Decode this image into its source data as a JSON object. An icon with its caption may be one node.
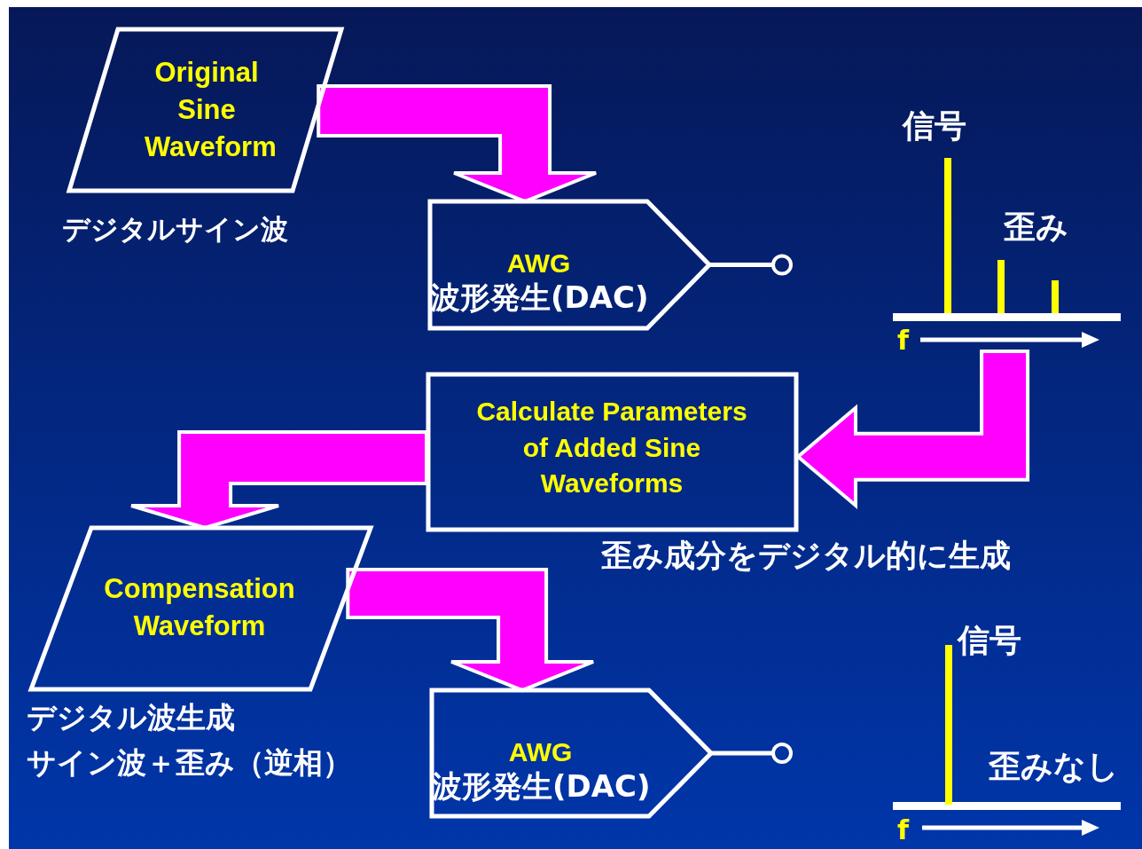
{
  "diagram": {
    "nodes": [
      {
        "text": [
          "Original Sine Waveform"
        ],
        "beside": [
          "デジタルサイン波"
        ]
      },
      {
        "text": [
          "AWG",
          "波形発生(DAC)"
        ]
      },
      {
        "text": [],
        "shape": "picture",
        "beside": [
          "信号"
        ]
      },
      {
        "text": [
          "Calculate Parameters of Added Sine Waveforms"
        ],
        "beside": [
          "歪み成分をデジタル的に生成"
        ]
      },
      {
        "text": [
          "Compensation Waveform"
        ],
        "beside": [
          "デジタル波生成",
          "サイン波＋歪み（逆相）"
        ]
      },
      {
        "text": [
          "AWG",
          "波形発生(DAC)"
        ]
      }
    ],
    "edges": [
      {
        "from": 0,
        "to": 1,
        "arrow": "to"
      },
      {
        "from": 2,
        "to": 3,
        "arrow": "to"
      },
      {
        "from": 3,
        "to": 4,
        "arrow": "to"
      },
      {
        "from": 4,
        "to": 5,
        "arrow": "to"
      }
    ],
    "labels": [
      "歪み",
      "f",
      "信号",
      "歪みなし",
      "f"
    ]
  }
}
